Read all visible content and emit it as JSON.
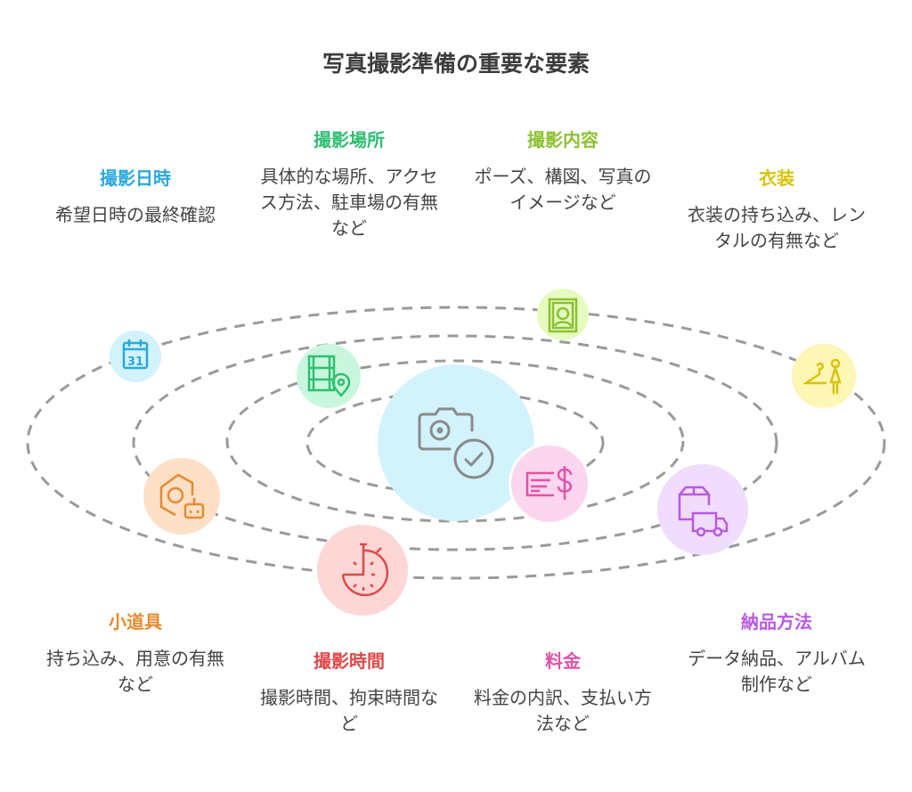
{
  "title": "写真撮影準備の重要な要素",
  "items": [
    {
      "key": "date",
      "title": "撮影日時",
      "desc": "希望日時の最終確認",
      "color": "#29a8dc",
      "icon": "calendar-icon"
    },
    {
      "key": "location",
      "title": "撮影場所",
      "desc": "具体的な場所、アクセス方法、駐車場の有無など",
      "color": "#2fbf71",
      "icon": "film-location-icon"
    },
    {
      "key": "content",
      "title": "撮影内容",
      "desc": "ポーズ、構図、写真のイメージなど",
      "color": "#8bc130",
      "icon": "portrait-icon"
    },
    {
      "key": "costume",
      "title": "衣装",
      "desc": "衣装の持ち込み、レンタルの有無など",
      "color": "#d9c20a",
      "icon": "hanger-person-icon"
    },
    {
      "key": "props",
      "title": "小道具",
      "desc": "持ち込み、用意の有無など",
      "color": "#e58a2e",
      "icon": "props-icon"
    },
    {
      "key": "duration",
      "title": "撮影時間",
      "desc": "撮影時間、拘束時間など",
      "color": "#e04848",
      "icon": "stopwatch-icon"
    },
    {
      "key": "fee",
      "title": "料金",
      "desc": "料金の内訳、支払い方法など",
      "color": "#e052a8",
      "icon": "invoice-dollar-icon"
    },
    {
      "key": "delivery",
      "title": "納品方法",
      "desc": "データ納品、アルバム制作など",
      "color": "#b85ae0",
      "icon": "box-truck-icon"
    }
  ]
}
